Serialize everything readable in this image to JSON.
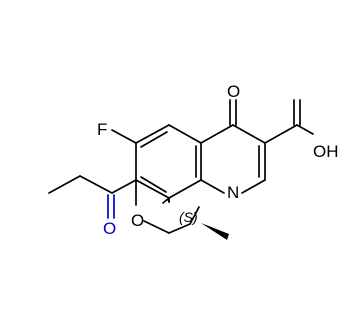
{
  "molecule": {
    "atoms": {
      "fluorine": "F",
      "ketone_oxygen": "O",
      "acid_hydroxyl": "OH",
      "ring_nitrogen": "N",
      "ring_oxygen": "O",
      "propanoyl_oxygen": "O"
    },
    "stereo_descriptor": "(S)",
    "colors": {
      "bonds": "#000000",
      "heteroatoms": "#000000",
      "highlight": "#0000cc"
    }
  }
}
